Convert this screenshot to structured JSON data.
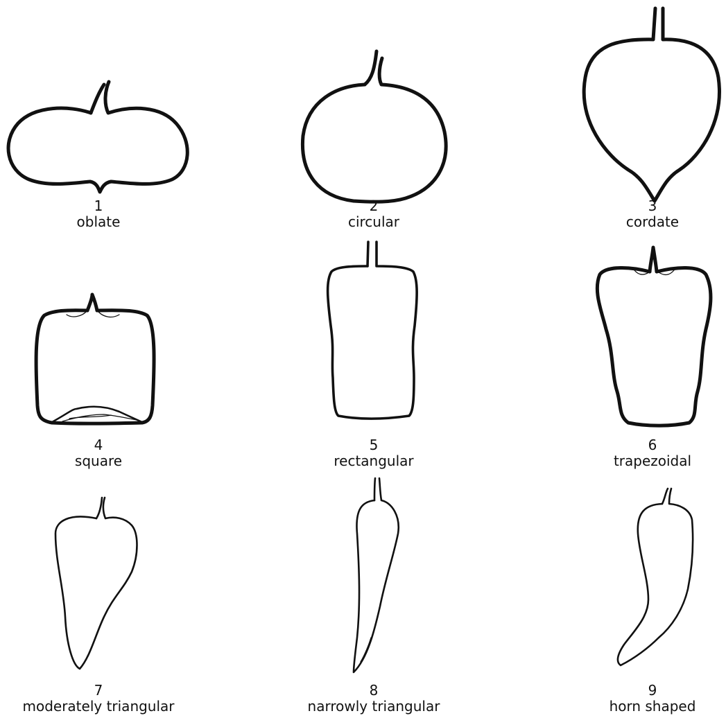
{
  "shapes": [
    {
      "number": "1",
      "name": "oblate"
    },
    {
      "number": "2",
      "name": "circular"
    },
    {
      "number": "3",
      "name": "cordate"
    },
    {
      "number": "4",
      "name": "square"
    },
    {
      "number": "5",
      "name": "rectangular"
    },
    {
      "number": "6",
      "name": "trapezoidal"
    },
    {
      "number": "7",
      "name": "moderately triangular"
    },
    {
      "number": "8",
      "name": "narrowly triangular"
    },
    {
      "number": "9",
      "name": "horn shaped"
    }
  ]
}
